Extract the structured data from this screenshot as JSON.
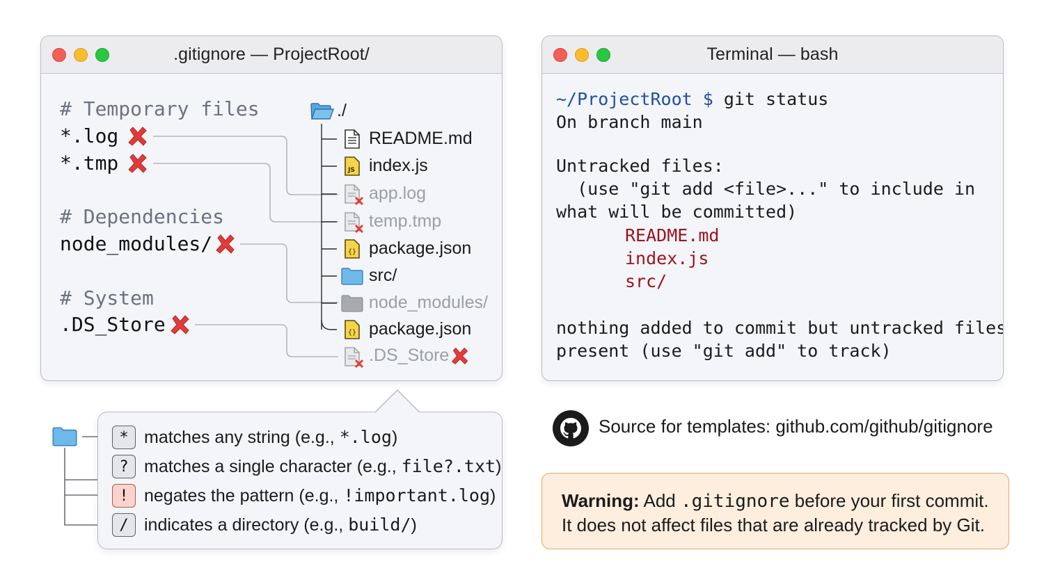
{
  "gitignore_window": {
    "title": ".gitignore — ProjectRoot/",
    "sections": [
      {
        "comment": "# Temporary files",
        "patterns": [
          "*.log",
          "*.tmp"
        ]
      },
      {
        "comment": "# Dependencies",
        "patterns": [
          "node_modules/"
        ]
      },
      {
        "comment": "# System",
        "patterns": [
          ".DS_Store"
        ]
      }
    ],
    "tree": {
      "root": "./",
      "items": [
        "README.md",
        "index.js",
        "app.log",
        "temp.tmp",
        "package.json",
        "src/",
        "node_modules/",
        "package.json",
        ".DS_Store"
      ]
    }
  },
  "terminal_window": {
    "title": "Terminal — bash",
    "prompt": "~/ProjectRoot $",
    "command": " git status",
    "lines": [
      "On branch main",
      "",
      "Untracked files:",
      "  (use \"git add <file>...\" to include in",
      "what will be committed)",
      "nothing added to commit but untracked files",
      "present (use \"git add\" to track)"
    ],
    "untracked": [
      "README.md",
      "index.js",
      "src/"
    ]
  },
  "legend": {
    "rows": [
      {
        "key": "*",
        "text": "matches any string (e.g., ",
        "code": "*.log",
        "close": ")"
      },
      {
        "key": "?",
        "text": "matches a single character (e.g., ",
        "code": "file?.txt",
        "close": ")"
      },
      {
        "key": "!",
        "text": "negates the pattern (e.g., ",
        "code": "!important.log",
        "close": ")"
      },
      {
        "key": "/",
        "text": "indicates a directory (e.g., ",
        "code": "build/",
        "close": ")"
      }
    ]
  },
  "source": {
    "label": "Source for templates: github.com/github/gitignore"
  },
  "warning": {
    "label": "Warning:",
    "line1_pre": " Add ",
    "line1_code": ".gitignore",
    "line1_post": " before your first commit.",
    "line2": "It does not affect files that are already tracked by Git."
  },
  "colors": {
    "ignored_x": "#e23b3b",
    "prompt": "#1f4fa3",
    "untracked_file": "#9b1520",
    "warning_bg": "#fdeedd",
    "warning_border": "#e3a766"
  },
  "icons": [
    "folder-open-icon",
    "text-file-icon",
    "js-file-icon",
    "json-file-icon",
    "folder-icon",
    "ignored-file-icon",
    "x-mark-icon",
    "github-icon"
  ]
}
